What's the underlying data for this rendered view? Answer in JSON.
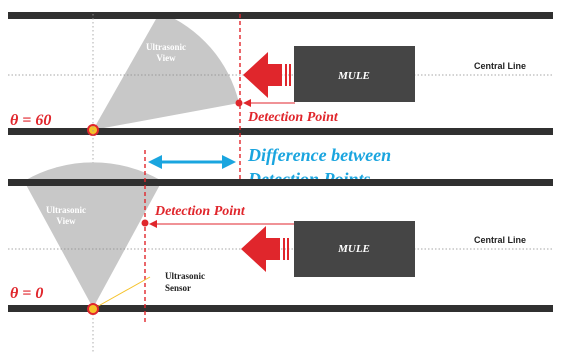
{
  "colors": {
    "rail": "#303030",
    "cone": "#c8c8c8",
    "mule_box": "#454545",
    "red": "#e0262c",
    "blue": "#1aa5df",
    "sensor_fill": "#f5c22a"
  },
  "top_scene": {
    "angle_label": "θ = 60",
    "cone_label": "Ultrasonic\nView",
    "mule_label": "MULE",
    "detection_label": "Detection Point",
    "central_line_label": "Central Line"
  },
  "middle": {
    "difference_label": "Difference between\nDetection Points"
  },
  "bottom_scene": {
    "angle_label": "θ = 0",
    "cone_label": "Ultrasonic\nView",
    "mule_label": "MULE",
    "detection_label": "Detection Point",
    "central_line_label": "Central Line",
    "sensor_label": "Ultrasonic\nSensor"
  }
}
